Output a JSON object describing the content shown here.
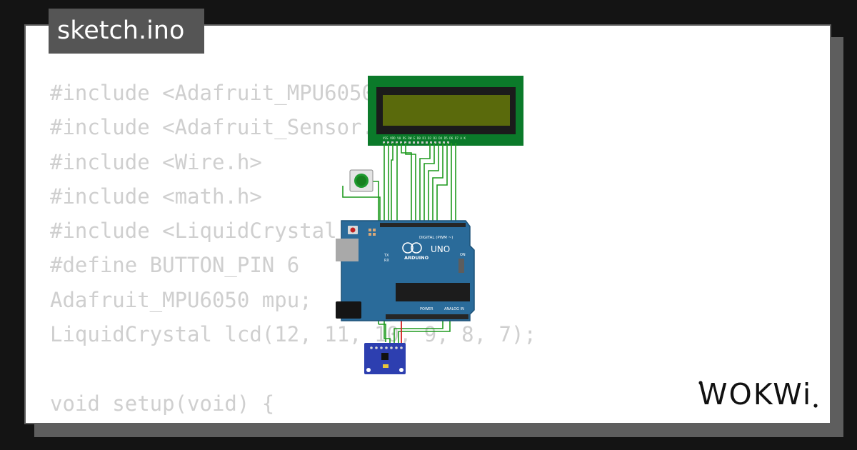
{
  "file_tab": {
    "label": "sketch.ino"
  },
  "code_lines": [
    "#include <Adafruit_MPU6050.h>",
    "#include <Adafruit_Sensor.h>",
    "#include <Wire.h>",
    "#include <math.h>",
    "#include <LiquidCrystal.h>",
    "#define BUTTON_PIN 6",
    "Adafruit_MPU6050 mpu;",
    "LiquidCrystal lcd(12, 11, 10, 9, 8, 7);",
    "",
    "void setup(void) {"
  ],
  "circuit": {
    "board_brand": "ARDUINO",
    "board_model": "UNO",
    "digital_label": "DIGITAL (PWM ~)",
    "power_label": "POWER",
    "analog_label": "ANALOG IN",
    "on_label": "ON",
    "tx_label": "TX",
    "rx_label": "RX",
    "lcd_pin_labels": "VSS VDD V0 RS RW E D0 D1 D2 D3 D4 D5 D6 D7 A K"
  },
  "brand": {
    "logo_text": "WOKWi"
  },
  "colors": {
    "background": "#141414",
    "card": "#ffffff",
    "tab": "#555555",
    "code_text": "#cfcfcf",
    "lcd_pcb": "#0b7a2a",
    "lcd_screen": "#5a6a0c",
    "arduino_board": "#2a6b9a",
    "wire_green": "#1e9a1e",
    "wire_red": "#d42020",
    "sensor_board": "#2d3fb0"
  }
}
